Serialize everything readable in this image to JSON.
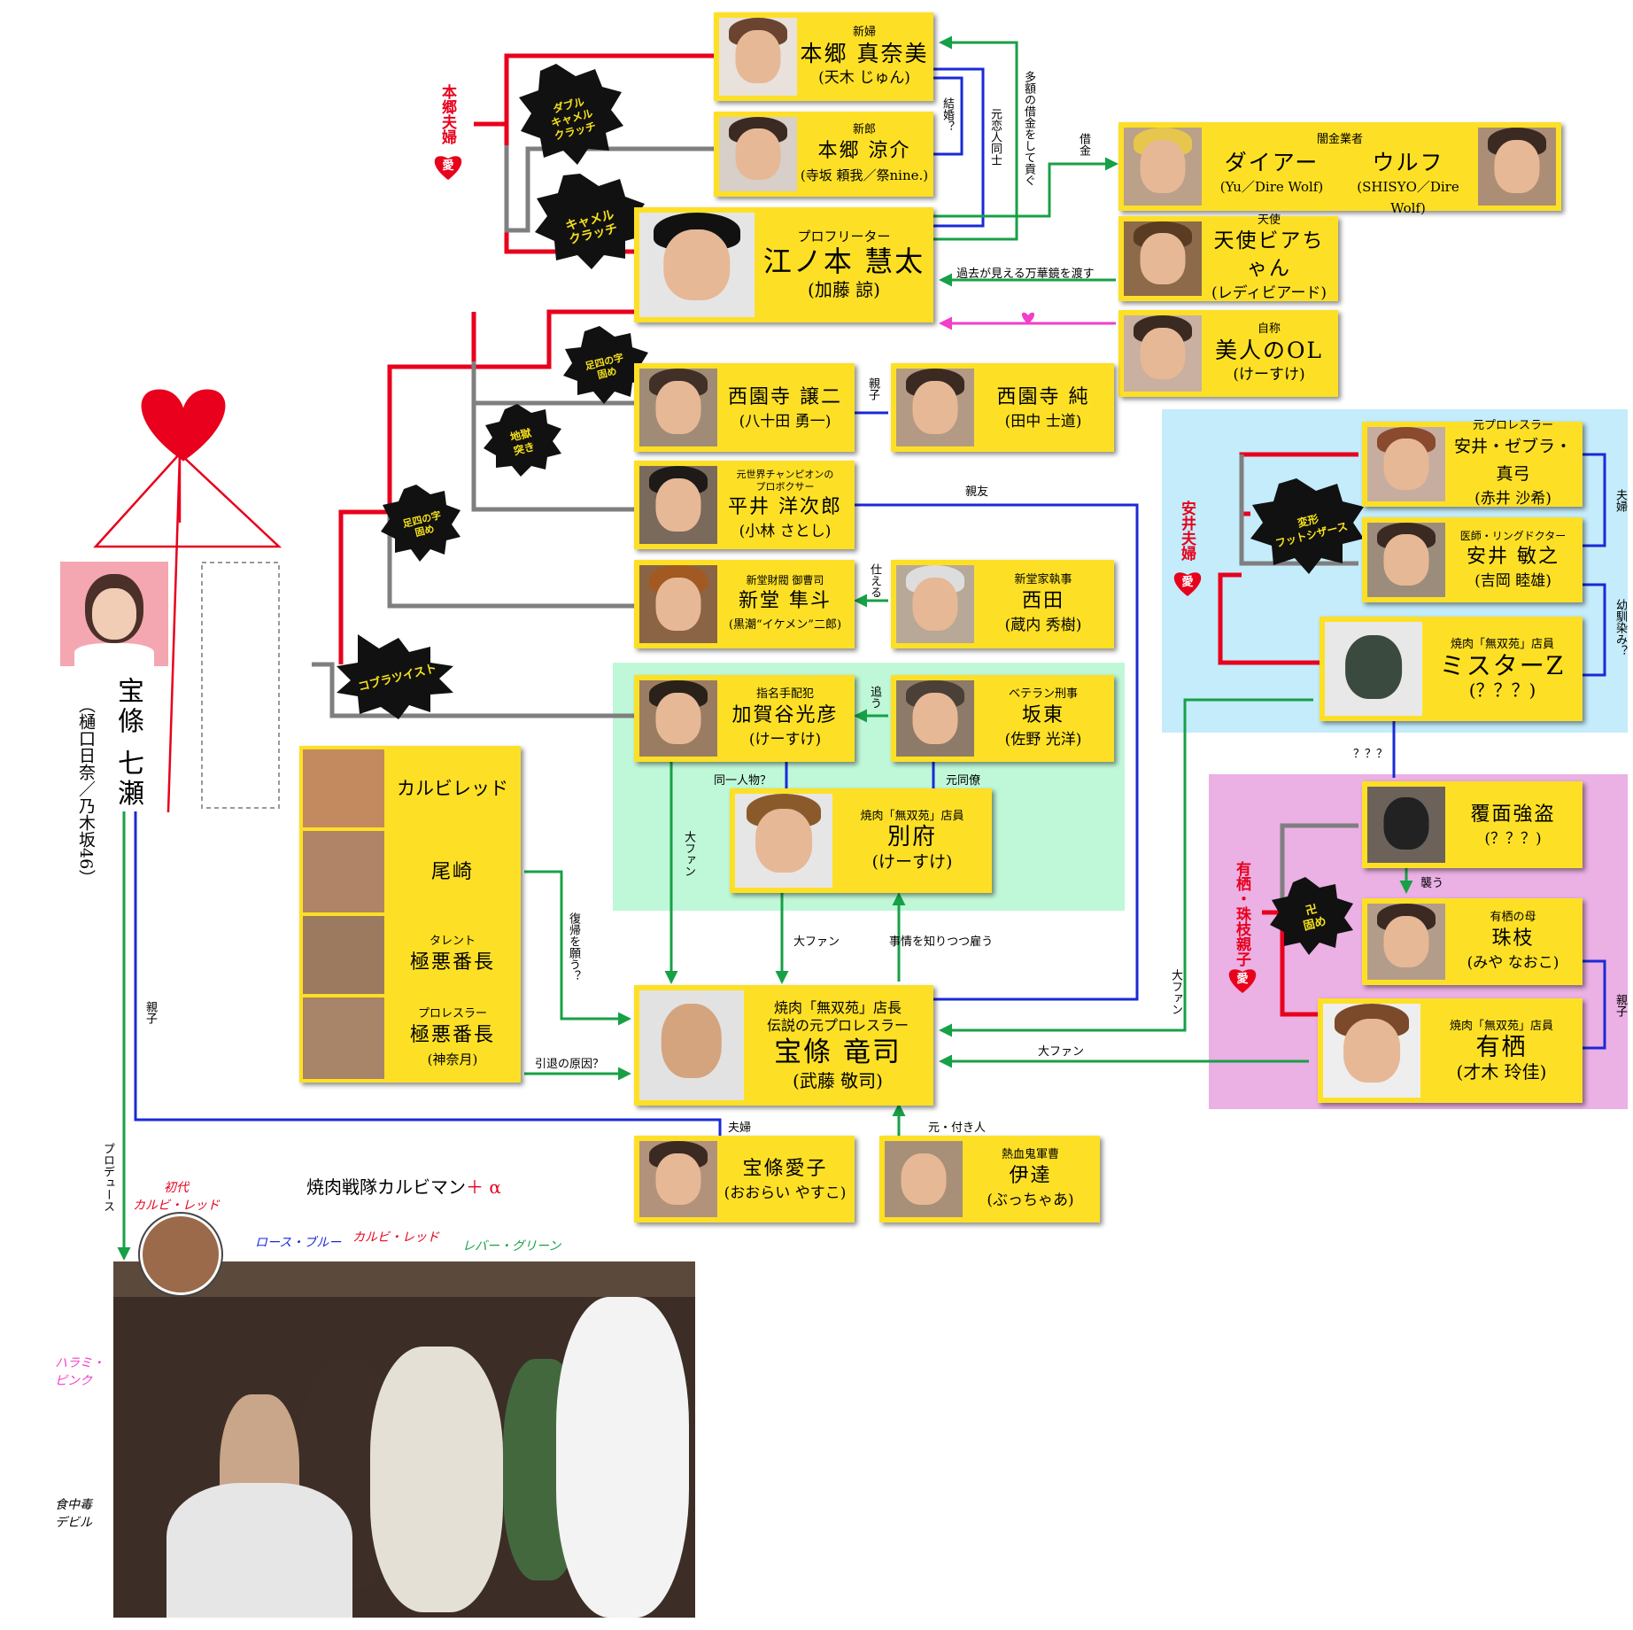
{
  "colors": {
    "card": "#fde025",
    "red": "#e8001c",
    "gray": "#7f7f7f",
    "blue": "#1a2ad6",
    "green": "#17a046",
    "pink": "#f23ec8"
  },
  "cards": {
    "honjo_manami": {
      "role": "新婦",
      "name": "本郷 真奈美",
      "actor": "(天木 じゅん)"
    },
    "honjo_ryosuke": {
      "role": "新郎",
      "name": "本郷 涼介",
      "actor": "(寺坂 頼我／祭nine.)"
    },
    "enomoto": {
      "role": "プロフリーター",
      "name": "江ノ本 慧太",
      "actor": "(加藤 諒)"
    },
    "kinyu": {
      "role": "闇金業者",
      "name1": "ダイアー",
      "actor1": "(Yu／Dire Wolf)",
      "name2": "ウルフ",
      "actor2": "(SHISYO／Dire Wolf)"
    },
    "tenshi": {
      "role": "天使",
      "name": "天使ビアちゃん",
      "actor": "(レディビアード)"
    },
    "bijin": {
      "role": "自称",
      "name": "美人のOL",
      "actor": "(けーすけ)"
    },
    "saionji_j": {
      "role": "",
      "name": "西園寺 譲二",
      "actor": "(八十田 勇一)"
    },
    "saionji_jun": {
      "role": "",
      "name": "西園寺 純",
      "actor": "(田中 士道)"
    },
    "hirai": {
      "role": "元世界チャンピオンの\nプロボクサー",
      "name": "平井 洋次郎",
      "actor": "(小林 さとし)"
    },
    "shindo": {
      "role": "新堂財閥 御曹司",
      "name": "新堂 隼斗",
      "actor": "(黒潮“イケメン”二郎)"
    },
    "nishida": {
      "role": "新堂家執事",
      "name": "西田",
      "actor": "(蔵内 秀樹)"
    },
    "yasui_m": {
      "role": "元プロレスラー",
      "name": "安井・ゼブラ・真弓",
      "actor": "(赤井 沙希)"
    },
    "yasui_t": {
      "role": "医師・リングドクター",
      "name": "安井 敏之",
      "actor": "(吉岡 睦雄)"
    },
    "mister_z": {
      "role": "焼肉「無双苑」店員",
      "name": "ミスターZ",
      "actor": "(？？？)"
    },
    "kaga": {
      "role": "指名手配犯",
      "name": "加賀谷光彦",
      "actor": "(けーすけ)"
    },
    "bando": {
      "role": "ベテラン刑事",
      "name": "坂東",
      "actor": "(佐野 光洋)"
    },
    "beppu": {
      "role": "焼肉「無双苑」店員",
      "name": "別府",
      "actor": "(けーすけ)"
    },
    "fukumen": {
      "role": "",
      "name": "覆面強盗",
      "actor": "(？？？)"
    },
    "tamae": {
      "role": "有栖の母",
      "name": "珠枝",
      "actor": "(みや なおこ)"
    },
    "arisu": {
      "role": "焼肉「無双苑」店員",
      "name": "有栖",
      "actor": "(才木 玲佳)"
    },
    "hojo_ryuji": {
      "role1": "焼肉「無双苑」店長",
      "role2": "伝説の元プロレスラー",
      "name": "宝條 竜司",
      "actor": "(武藤 敬司)"
    },
    "hojo_aiko": {
      "role": "",
      "name": "宝條愛子",
      "actor": "(おおらい やすこ)"
    },
    "date": {
      "role": "熱血鬼軍曹",
      "name": "伊達",
      "actor": "(ぶっちゃあ)"
    },
    "karubi_red": {
      "name": "カルビレッド"
    },
    "ozaki": {
      "name": "尾崎"
    },
    "gokuaku_t": {
      "role": "タレント",
      "name": "極悪番長"
    },
    "gokuaku_p": {
      "role": "プロレスラー",
      "name": "極悪番長",
      "actor": "(神奈月)"
    }
  },
  "heroine": {
    "name": "宝條 七瀬",
    "actor": "（樋口日奈／乃木坂46）"
  },
  "labels": {
    "kekkon": "結婚？",
    "motokoibito": "元恋人同士",
    "shakkin_mitsugu": "多額の借金をして貢ぐ",
    "shakkin": "借金",
    "mangekyo": "過去が見える万華鏡を渡す",
    "oyako": "親子",
    "shinyu": "親友",
    "tsukaeru": "仕える",
    "ou": "追う",
    "douitsu": "同一人物？",
    "motodoryo": "元同僚",
    "daifan": "大ファン",
    "jijo": "事情を知りつつ雇う",
    "fukki": "復帰を願う？",
    "intai": "引退の原因？",
    "fufu": "夫婦",
    "moto_tsukibito": "元・付き人",
    "osananajimi": "幼馴染み？",
    "qqq": "？？？",
    "osou": "襲う",
    "produce": "プロデュース",
    "yakiniku_sentai": "焼肉戦隊カルビマン",
    "plus_alpha": "＋ α",
    "shodai": "初代\nカルビ・レッド",
    "rose_blue": "ロース・ブルー",
    "karubi_red2": "カルビ・レッド",
    "reba_green": "レバー・グリーン",
    "harami_pink": "ハラミ・\nピンク",
    "shokuchudoku": "食中毒\nデビル"
  },
  "groups": {
    "honjo": "本郷夫婦",
    "yasui": "安井夫婦",
    "arisu": "有栖・珠枝親子",
    "ai": "愛"
  },
  "bursts": {
    "double_camel": "ダブル\nキャメル\nクラッチ",
    "camel": "キャメル\nクラッチ",
    "ashi4_1": "足四の字\n固め",
    "jigoku": "地獄\n突き",
    "ashi4_2": "足四の字\n固め",
    "cobra": "コブラツイスト",
    "henkei": "変形\nフットシザース",
    "manji": "卍\n固め"
  }
}
